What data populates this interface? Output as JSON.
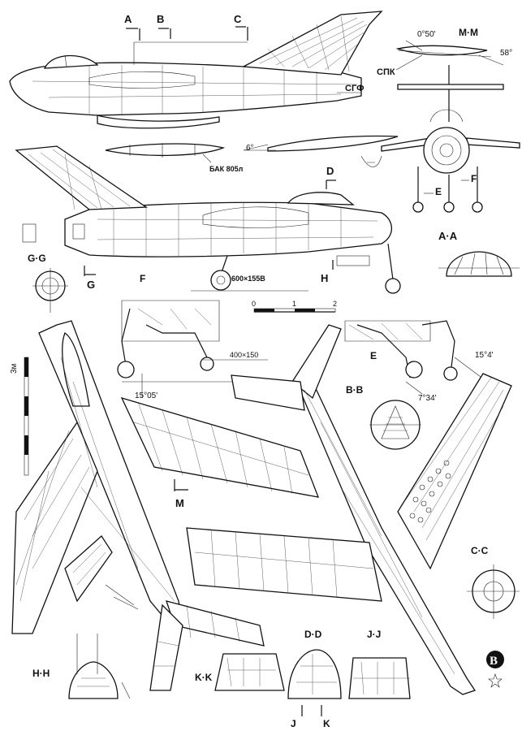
{
  "labels": {
    "sec_a": "A",
    "sec_b": "B",
    "sec_c": "C",
    "sec_d": "D",
    "sec_f": "F",
    "sec_e": "E",
    "sec_g": "G",
    "sec_h": "H",
    "sec_m": "M",
    "sec_j": "J",
    "sec_k": "K",
    "mm": "M·M",
    "aa": "A·A",
    "gg": "G·G",
    "bb": "B·B",
    "cc": "C·C",
    "dd": "D·D",
    "jj": "J·J",
    "hh": "H·H",
    "kk": "K·K",
    "detail_f": "F",
    "detail_e": "E",
    "sgf": "СГФ",
    "spk": "СПК",
    "tank": "БАК 805л",
    "wheel_main": "600×155В",
    "wheel_nose": "400×150",
    "scale_3m": "3м",
    "scale_0": "0",
    "scale_1": "1",
    "scale_2": "2",
    "ang_050": "0°50'",
    "ang_58": "58°",
    "ang_6": "6°",
    "ang_1505": "15°05'",
    "ang_154": "15°4'",
    "ang_734": "7°34'",
    "logo": "B"
  }
}
